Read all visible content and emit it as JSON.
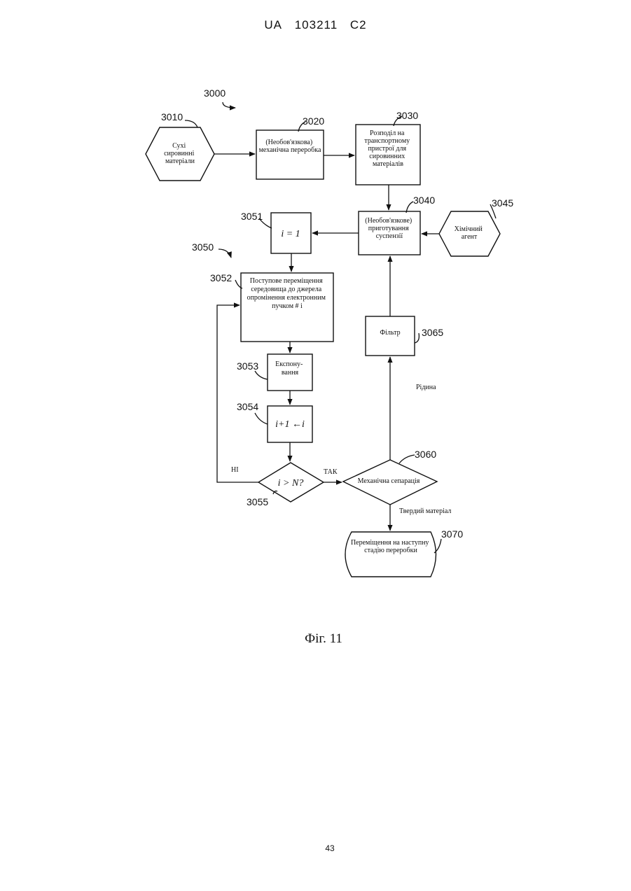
{
  "header": {
    "country": "UA",
    "number": "103211",
    "kind": "C2"
  },
  "figure": {
    "refs": {
      "r3000": "3000",
      "r3010": "3010",
      "r3020": "3020",
      "r3030": "3030",
      "r3040": "3040",
      "r3045": "3045",
      "r3050": "3050",
      "r3051": "3051",
      "r3052": "3052",
      "r3053": "3053",
      "r3054": "3054",
      "r3055": "3055",
      "r3060": "3060",
      "r3065": "3065",
      "r3070": "3070"
    },
    "nodes": {
      "dry_materials": [
        "Сухі",
        "сировинні",
        "матеріали"
      ],
      "mech_processing": [
        "(Необов'язкова)",
        "механічна переробка"
      ],
      "distribution": [
        "Розподіл на",
        "транспортному",
        "пристрої для",
        "сировинних",
        "матеріалів"
      ],
      "suspension": [
        "(Необов'язкове)",
        "приготування",
        "суспензії"
      ],
      "chem_agent": [
        "Хімічний",
        "агент"
      ],
      "init": "i = 1",
      "move_medium": [
        "Поступове переміщення",
        "середовища до джерела",
        "опромінення електронним",
        "пучком # i"
      ],
      "exposure": [
        "Експону-",
        "вання"
      ],
      "increment": "i+1 ←i",
      "decision": "i > N?",
      "mech_separation": "Механічна сепарація",
      "filter": "Фільтр",
      "next_stage": [
        "Переміщення на наступну",
        "стадію переробки"
      ]
    },
    "edge_labels": {
      "no": "НІ",
      "yes": "ТАК",
      "liquid": "Рідина",
      "solid": "Твердий матеріал"
    },
    "caption": "Фіг. 11"
  },
  "page_number": "43"
}
